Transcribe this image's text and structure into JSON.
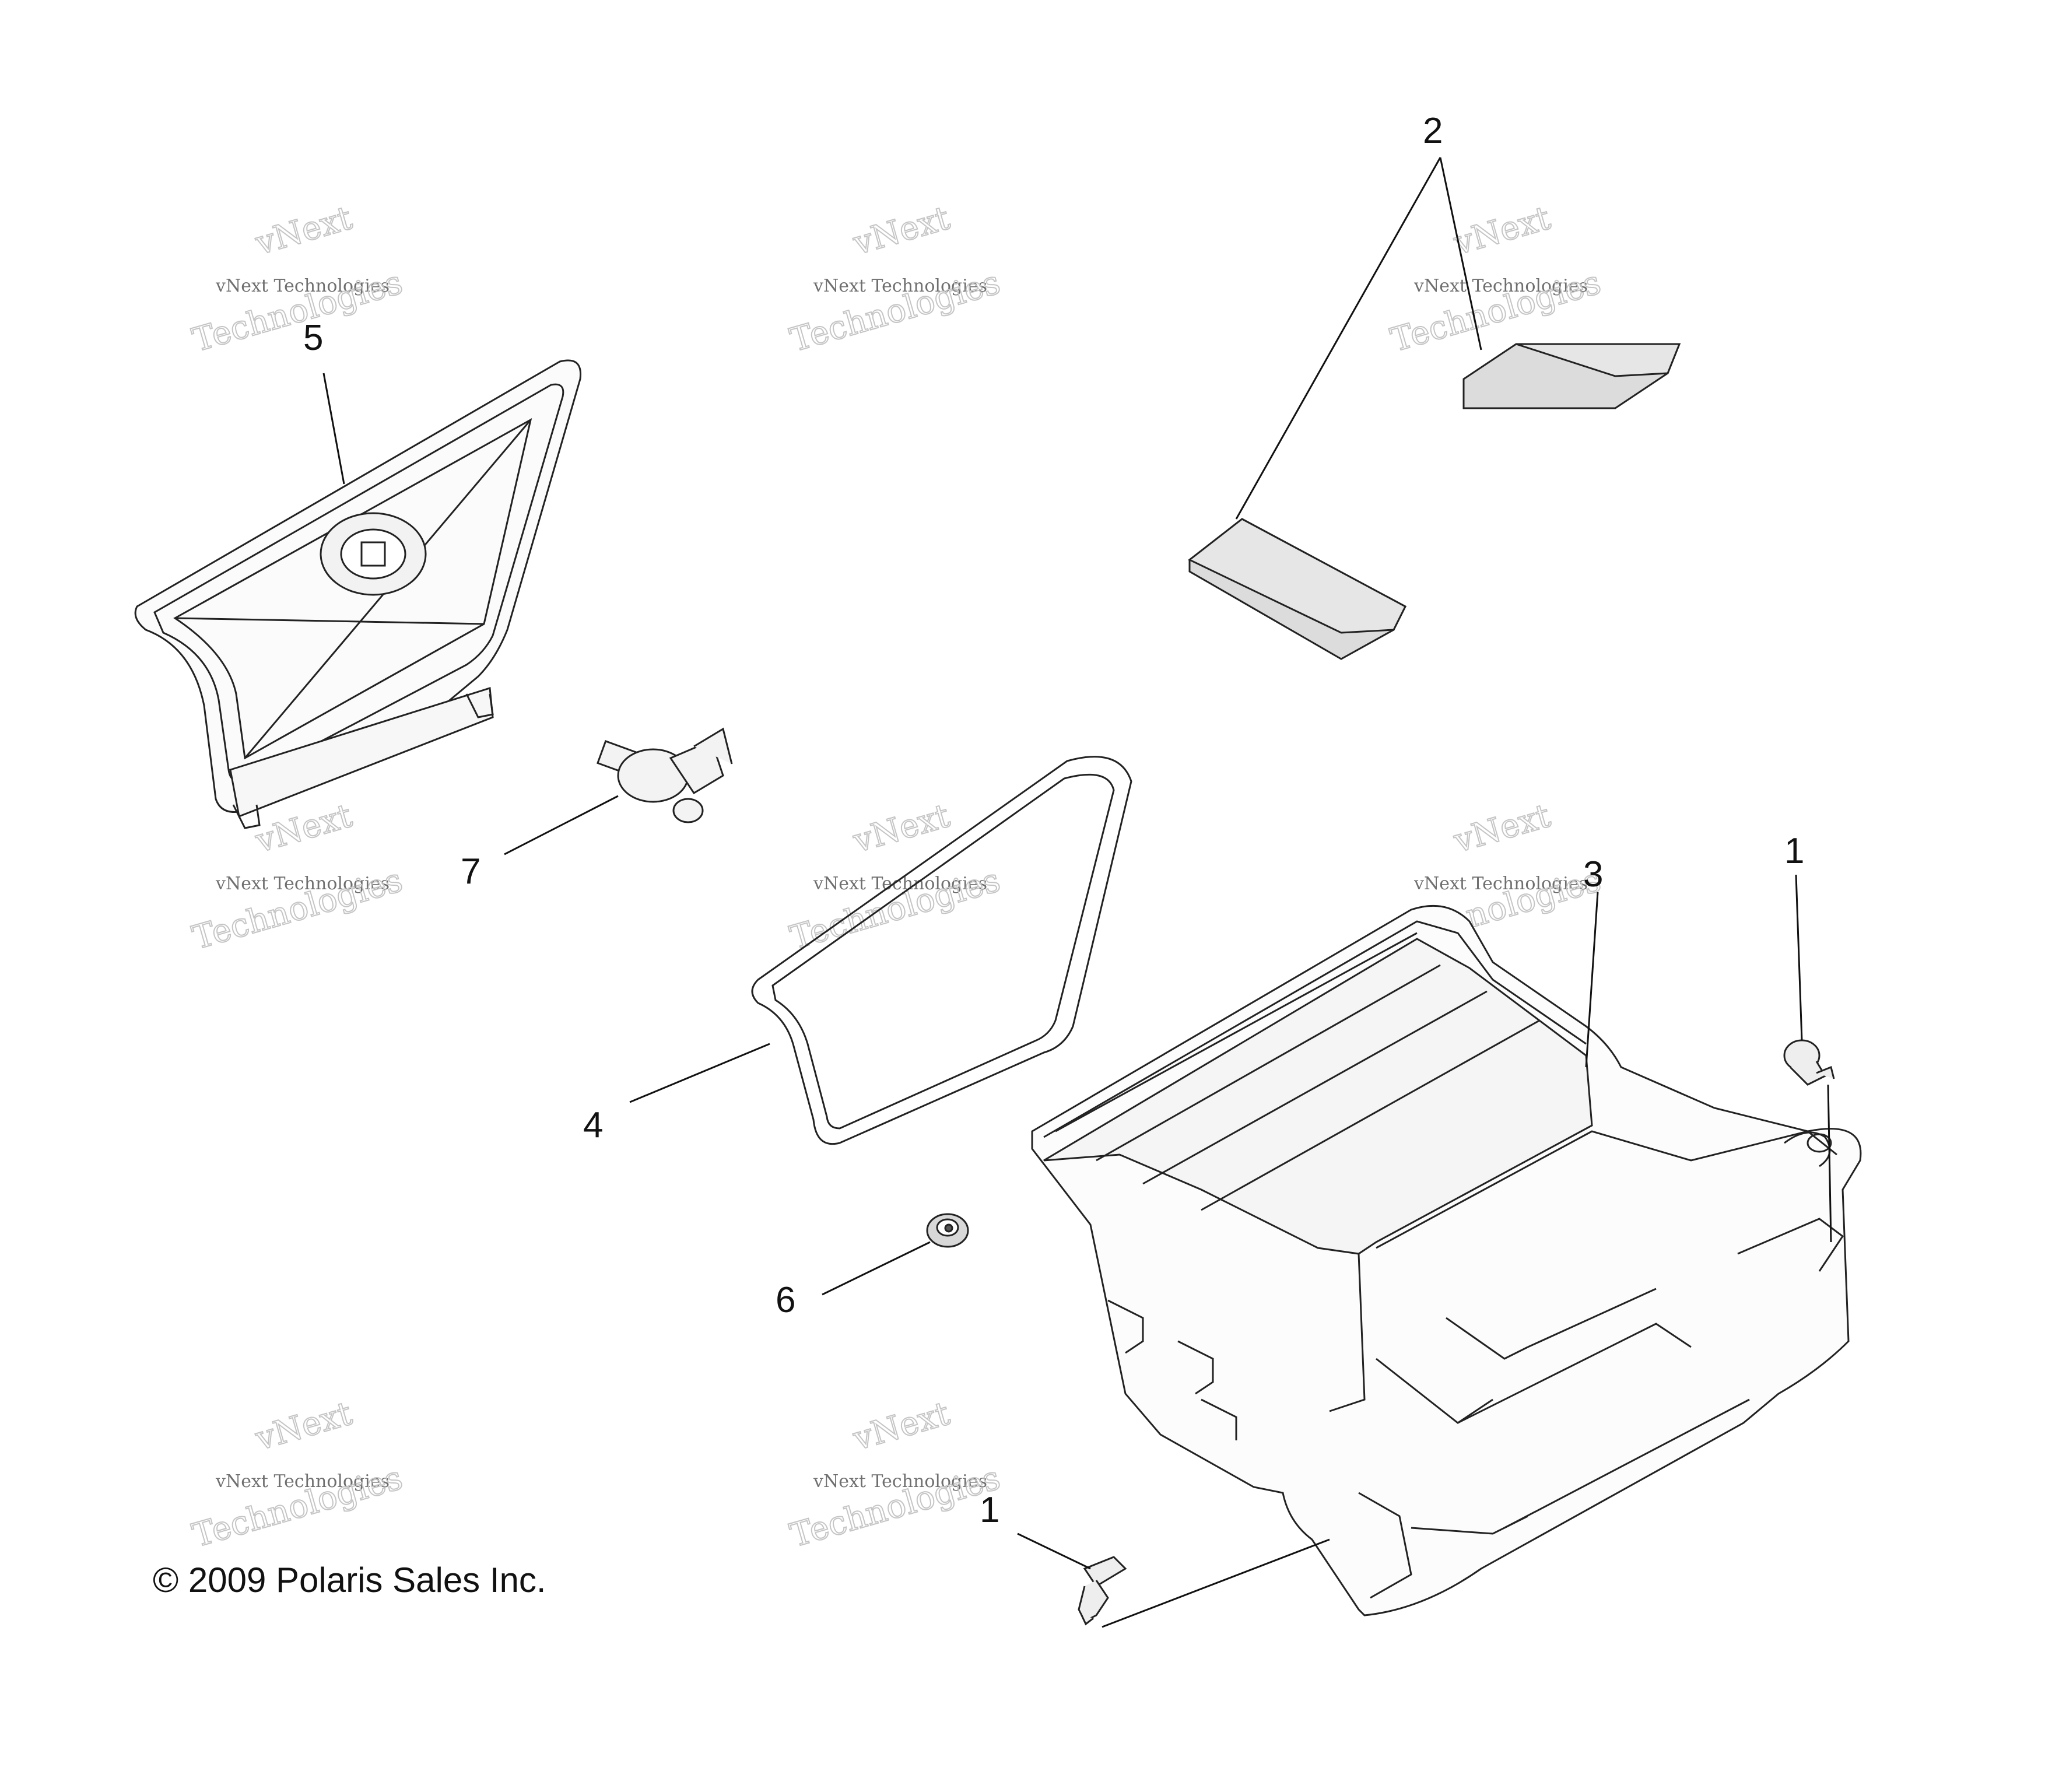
{
  "diagram": {
    "callouts": [
      {
        "id": "c2",
        "label": "2"
      },
      {
        "id": "c5",
        "label": "5"
      },
      {
        "id": "c7",
        "label": "7"
      },
      {
        "id": "c4",
        "label": "4"
      },
      {
        "id": "c3",
        "label": "3"
      },
      {
        "id": "c1a",
        "label": "1"
      },
      {
        "id": "c6",
        "label": "6"
      },
      {
        "id": "c1b",
        "label": "1"
      }
    ],
    "watermark": {
      "line1": "vNext Technologies",
      "line2": "vNext",
      "line3": "Technologies"
    },
    "copyright": "© 2009 Polaris Sales Inc."
  }
}
